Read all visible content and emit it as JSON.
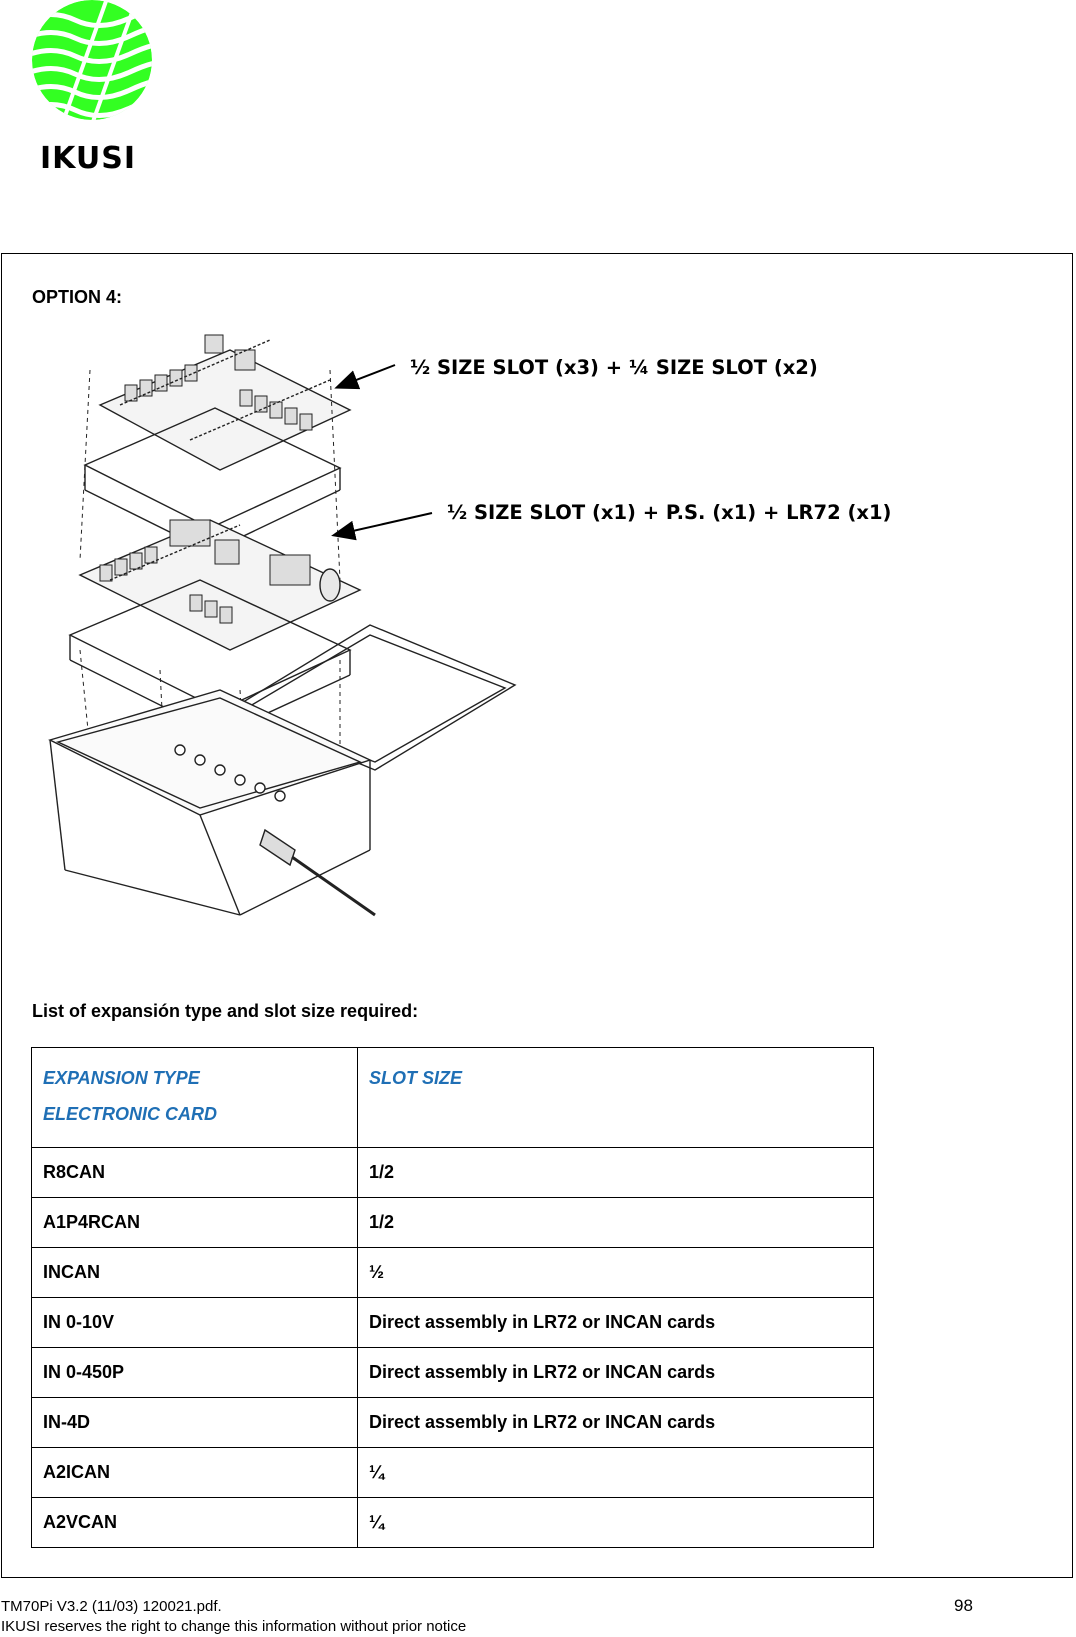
{
  "header": {
    "logo_text": "IKUSI",
    "brand_color": "#33ff22"
  },
  "section": {
    "title": "OPTION 4:",
    "callout_top": "½ SIZE SLOT (x3) + ¼ SIZE SLOT (x2)",
    "callout_bottom": "½ SIZE SLOT (x1) +  P.S. (x1) + LR72 (x1)",
    "list_title": "List of expansión  type and slot size required:"
  },
  "table": {
    "header_col1_line1": "EXPANSION TYPE",
    "header_col1_line2": "ELECTRONIC CARD",
    "header_col2": "SLOT SIZE",
    "header_color": "#1f6fb5",
    "rows": [
      {
        "type": "R8CAN",
        "slot": "1/2"
      },
      {
        "type": "A1P4RCAN",
        "slot": "1/2"
      },
      {
        "type": "INCAN",
        "slot": "½"
      },
      {
        "type": "IN 0-10V",
        "slot": "Direct assembly in LR72 or INCAN cards"
      },
      {
        "type": "IN 0-450P",
        "slot": "Direct assembly in LR72 or INCAN cards"
      },
      {
        "type": "IN-4D",
        "slot": "Direct assembly in LR72 or INCAN cards"
      },
      {
        "type": "A2ICAN",
        "slot": "¼"
      },
      {
        "type": "A2VCAN",
        "slot": "¼"
      }
    ]
  },
  "footer": {
    "doc_ref": "TM70Pi V3.2 (11/03)  120021.pdf.",
    "notice": "IKUSI  reserves the right to change this information without  prior notice",
    "page_number": "98"
  }
}
